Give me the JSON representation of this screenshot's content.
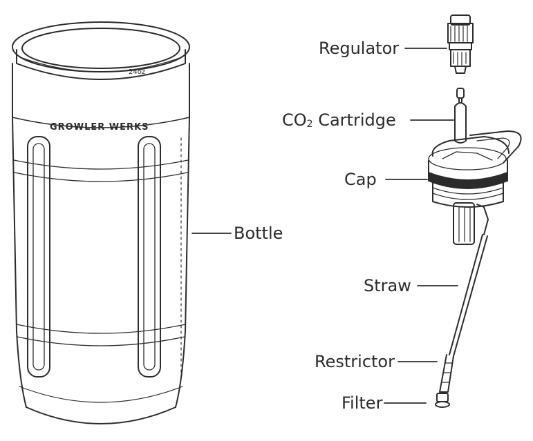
{
  "labels": {
    "regulator": "Regulator",
    "co2_prefix": "CO",
    "co2_sub": "2",
    "co2_suffix": " Cartridge",
    "cap": "Cap",
    "bottle": "Bottle",
    "straw": "Straw",
    "restrictor": "Restrictor",
    "filter": "Filter"
  },
  "bottle": {
    "brand": "GROWLER WERKS",
    "capacity_mark": "24oz"
  }
}
